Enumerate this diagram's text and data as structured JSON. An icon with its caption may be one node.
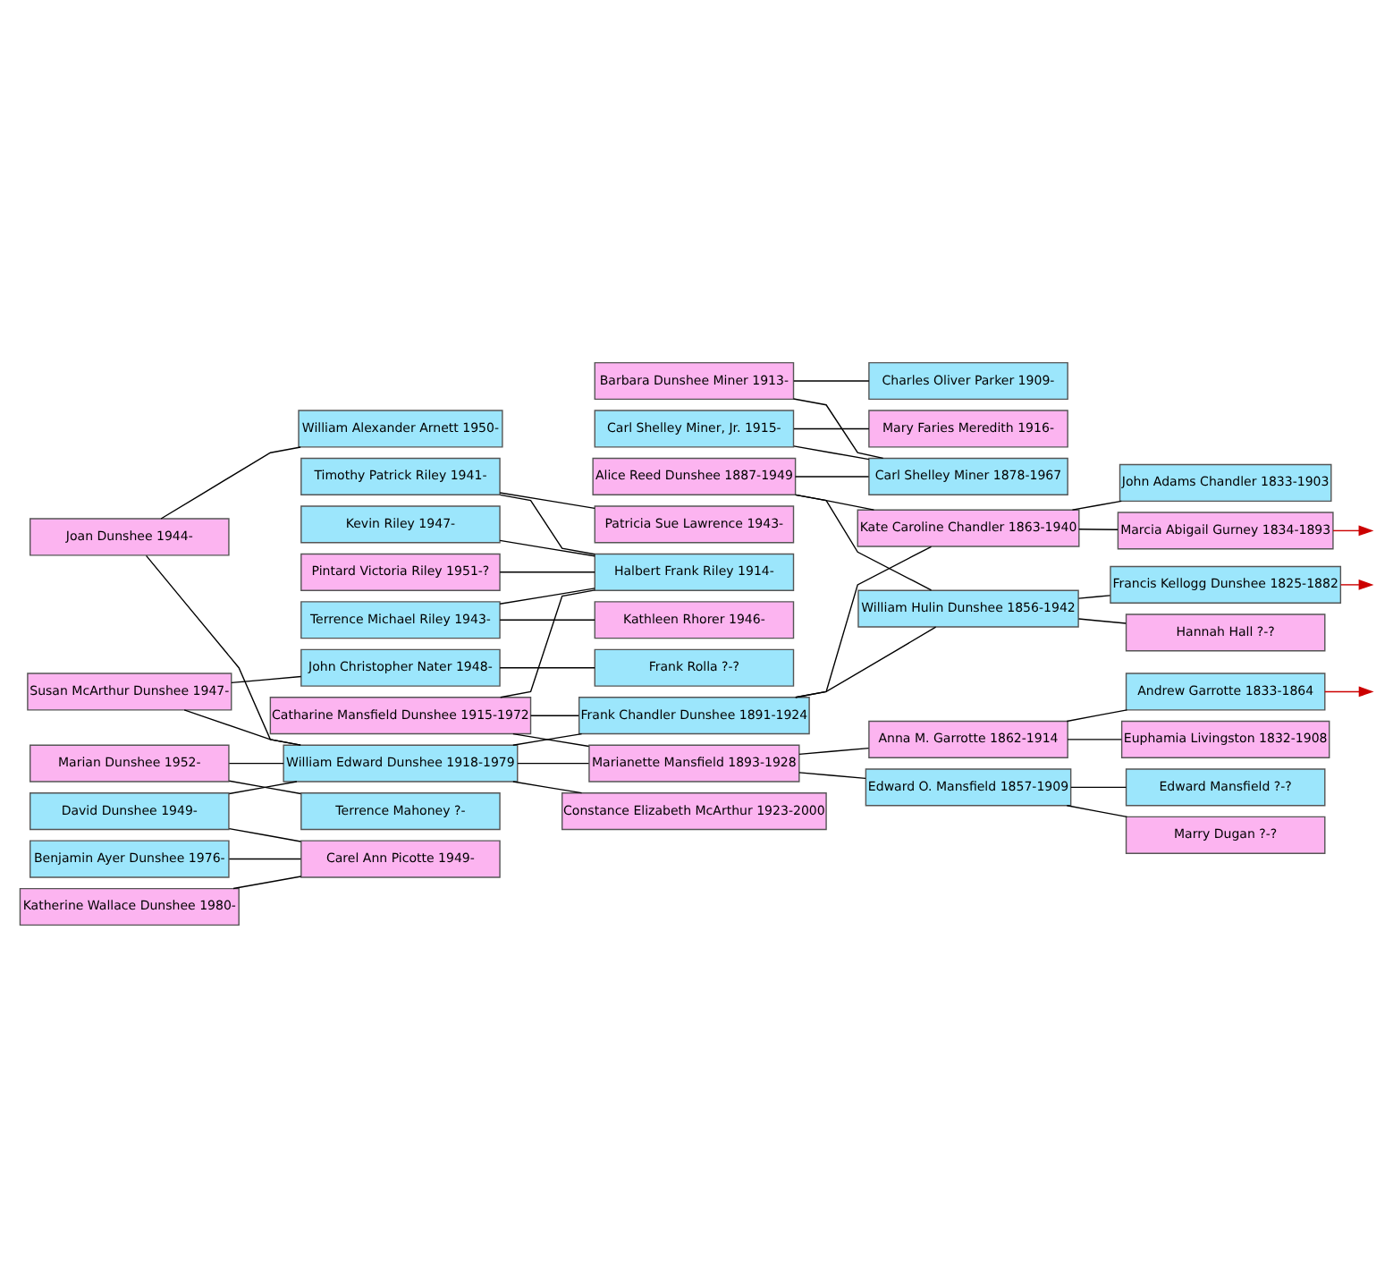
{
  "diagram": {
    "nodes": [
      {
        "text": [
          "Barbara Dunshee Miner 1913-"
        ]
      },
      {
        "text": [
          "Charles Oliver Parker 1909-"
        ]
      },
      {
        "text": [
          "Carl Shelley Miner, Jr. 1915-"
        ]
      },
      {
        "text": [
          "Mary Faries Meredith 1916-"
        ]
      },
      {
        "text": [
          "Alice Reed Dunshee 1887-1949"
        ]
      },
      {
        "text": [
          "Carl Shelley Miner 1878-1967"
        ]
      },
      {
        "text": [
          "Timothy Patrick Riley 1941-"
        ]
      },
      {
        "text": [
          "Patricia Sue Lawrence 1943-"
        ]
      },
      {
        "text": [
          "Terrence Michael Riley 1943-"
        ]
      },
      {
        "text": [
          "Kathleen Rhorer 1946-"
        ]
      },
      {
        "text": [
          "Kevin Riley 1947-"
        ]
      },
      {
        "text": [
          "Pintard Victoria Riley 1951-?"
        ]
      },
      {
        "text": [
          "Catharine Mansfield Dunshee 1915-1972"
        ]
      },
      {
        "text": [
          "Halbert Frank Riley 1914-"
        ]
      },
      {
        "text": [
          "Joan Dunshee 1944-"
        ]
      },
      {
        "text": [
          "William Alexander Arnett 1950-"
        ]
      },
      {
        "text": [
          "William Edward Dunshee 1918-1979"
        ]
      },
      {
        "text": [
          "Constance Elizabeth McArthur 1923-2000"
        ]
      },
      {
        "text": [
          "Susan McArthur Dunshee 1947-"
        ]
      },
      {
        "text": [
          "John Christopher Nater 1948-"
        ]
      },
      {
        "text": [
          "Frank Rolla ?-?"
        ]
      },
      {
        "text": [
          "Benjamin Ayer Dunshee 1976-"
        ]
      },
      {
        "text": [
          "David Dunshee 1949-"
        ]
      },
      {
        "text": [
          "Katherine Wallace Dunshee 1980-"
        ]
      },
      {
        "text": [
          "Carel Ann Picotte 1949-"
        ]
      },
      {
        "text": [
          "Marian Dunshee 1952-"
        ]
      },
      {
        "text": [
          "Terrence Mahoney ?-"
        ]
      },
      {
        "text": [
          "Frank Chandler Dunshee 1891-1924"
        ]
      },
      {
        "text": [
          "Marianette Mansfield 1893-1928"
        ]
      },
      {
        "text": [
          "William Hulin Dunshee 1856-1942"
        ]
      },
      {
        "text": [
          "Kate Caroline Chandler 1863-1940"
        ]
      },
      {
        "text": [
          "Francis Kellogg Dunshee 1825-1882"
        ]
      },
      {
        "text": [
          "Hannah Hall ?-?"
        ]
      },
      {
        "text": [
          "John Adams Chandler 1833-1903"
        ]
      },
      {
        "text": [
          "Marcia Abigail Gurney 1834-1893"
        ]
      },
      {
        "text": [
          "Edward Mansfield ?-?"
        ]
      },
      {
        "text": [
          "Marry Dugan ?-?"
        ]
      },
      {
        "text": [
          "Edward O. Mansfield 1857-1909"
        ]
      },
      {
        "text": [
          "Anna M. Garrotte 1862-1914"
        ]
      },
      {
        "text": [
          "Andrew Garrotte 1833-1864"
        ]
      },
      {
        "text": [
          "Euphamia Livingston 1832-1908"
        ]
      }
    ],
    "edges": [
      {
        "from": 0,
        "to": 1,
        "arrow": "none"
      },
      {
        "from": 2,
        "to": 3,
        "arrow": "none"
      },
      {
        "from": 4,
        "to": 5,
        "arrow": "none"
      },
      {
        "from": 0,
        "to": 5,
        "arrow": "none"
      },
      {
        "from": 2,
        "to": 5,
        "arrow": "none"
      },
      {
        "from": 6,
        "to": 7,
        "arrow": "none"
      },
      {
        "from": 8,
        "to": 9,
        "arrow": "none"
      },
      {
        "from": 12,
        "to": 13,
        "arrow": "none"
      },
      {
        "from": 6,
        "to": 13,
        "arrow": "none"
      },
      {
        "from": 8,
        "to": 13,
        "arrow": "none"
      },
      {
        "from": 10,
        "to": 13,
        "arrow": "none"
      },
      {
        "from": 11,
        "to": 13,
        "arrow": "none"
      },
      {
        "from": 14,
        "to": 15,
        "arrow": "none"
      },
      {
        "from": 16,
        "to": 17,
        "arrow": "none"
      },
      {
        "from": 18,
        "to": 19,
        "arrow": "none"
      },
      {
        "from": 19,
        "to": 20,
        "arrow": "none"
      },
      {
        "from": 22,
        "to": 24,
        "arrow": "none"
      },
      {
        "from": 25,
        "to": 26,
        "arrow": "none"
      },
      {
        "from": 14,
        "to": 16,
        "arrow": "none"
      },
      {
        "from": 18,
        "to": 16,
        "arrow": "none"
      },
      {
        "from": 22,
        "to": 16,
        "arrow": "none"
      },
      {
        "from": 25,
        "to": 16,
        "arrow": "none"
      },
      {
        "from": 21,
        "to": 24,
        "arrow": "none"
      },
      {
        "from": 23,
        "to": 24,
        "arrow": "none"
      },
      {
        "from": 12,
        "to": 27,
        "arrow": "none"
      },
      {
        "from": 12,
        "to": 28,
        "arrow": "none"
      },
      {
        "from": 16,
        "to": 27,
        "arrow": "none"
      },
      {
        "from": 16,
        "to": 28,
        "arrow": "none"
      },
      {
        "from": 4,
        "to": 29,
        "arrow": "none"
      },
      {
        "from": 4,
        "to": 30,
        "arrow": "none"
      },
      {
        "from": 27,
        "to": 29,
        "arrow": "none"
      },
      {
        "from": 27,
        "to": 30,
        "arrow": "none"
      },
      {
        "from": 29,
        "to": 31,
        "arrow": "none"
      },
      {
        "from": 29,
        "to": 32,
        "arrow": "none"
      },
      {
        "from": 30,
        "to": 33,
        "arrow": "none"
      },
      {
        "from": 30,
        "to": 34,
        "arrow": "none"
      },
      {
        "from": 28,
        "to": 37,
        "arrow": "none"
      },
      {
        "from": 28,
        "to": 38,
        "arrow": "none"
      },
      {
        "from": 37,
        "to": 35,
        "arrow": "none"
      },
      {
        "from": 37,
        "to": 36,
        "arrow": "none"
      },
      {
        "from": 38,
        "to": 39,
        "arrow": "none"
      },
      {
        "from": 38,
        "to": 40,
        "arrow": "none"
      },
      {
        "from": 31,
        "to": null,
        "arrow": "to",
        "color": "#cc0000"
      },
      {
        "from": 34,
        "to": null,
        "arrow": "to",
        "color": "#cc0000"
      },
      {
        "from": 39,
        "to": null,
        "arrow": "to",
        "color": "#cc0000"
      }
    ]
  }
}
